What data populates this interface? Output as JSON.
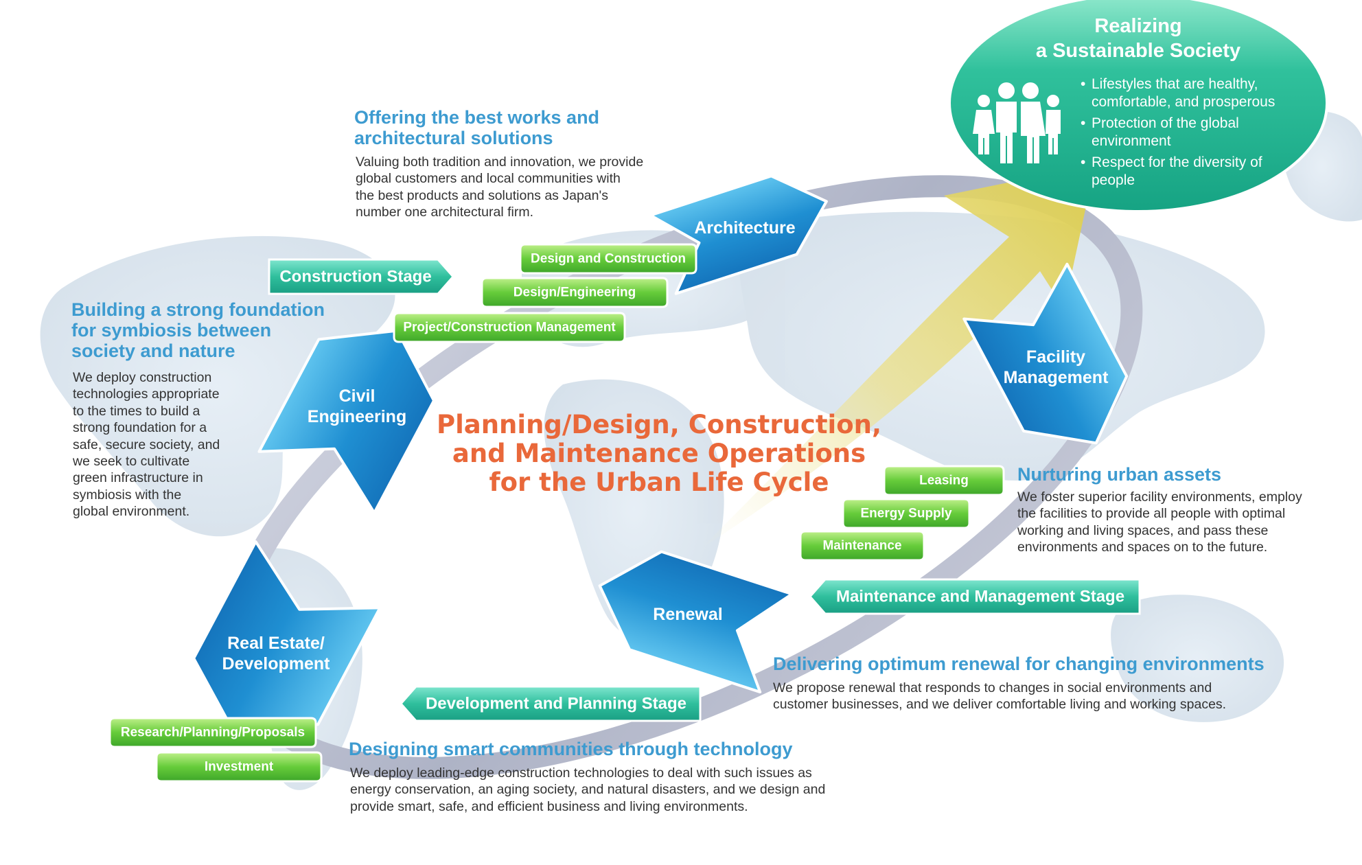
{
  "diagram": {
    "center_title": [
      "Planning/Design, Construction,",
      "and Maintenance Operations",
      "for the Urban Life Cycle"
    ],
    "goal": {
      "title": [
        "Realizing",
        "a Sustainable Society"
      ],
      "icon": "family-icon",
      "bullets": [
        "Lifestyles that are healthy, comfortable, and prosperous",
        "Protection of the global environment",
        "Respect for the diversity of people"
      ]
    },
    "cycle_arrows": {
      "architecture": [
        "Architecture"
      ],
      "facility_management": [
        "Facility",
        "Management"
      ],
      "renewal": [
        "Renewal"
      ],
      "real_estate": [
        "Real Estate/",
        "Development"
      ],
      "civil_engineering": [
        "Civil",
        "Engineering"
      ]
    },
    "stages": {
      "construction": "Construction Stage",
      "maintenance": "Maintenance and Management Stage",
      "development": "Development and Planning Stage"
    },
    "activities": {
      "design_construction": "Design and Construction",
      "design_engineering": "Design/Engineering",
      "project_management": "Project/Construction Management",
      "leasing": "Leasing",
      "energy_supply": "Energy Supply",
      "maintenance": "Maintenance",
      "research": "Research/Planning/Proposals",
      "investment": "Investment"
    },
    "sections": {
      "architecture": {
        "heading": [
          "Offering the best works and",
          "architectural solutions"
        ],
        "body": [
          "Valuing both tradition and innovation, we provide",
          "global customers and local communities with",
          "the best products and solutions as Japan's",
          "number one architectural firm."
        ]
      },
      "civil": {
        "heading": [
          "Building a strong foundation",
          "for symbiosis between",
          "society and nature"
        ],
        "body": [
          "We deploy construction",
          "technologies appropriate",
          "to the times to build a",
          "strong foundation for a",
          "safe, secure society, and",
          "we seek to cultivate",
          "green infrastructure in",
          "symbiosis with the",
          "global environment."
        ]
      },
      "facility": {
        "heading": [
          "Nurturing urban assets"
        ],
        "body": [
          "We foster superior facility environments, employ",
          "the facilities to provide all people with optimal",
          "working and living spaces, and pass these",
          "environments and spaces on to the future."
        ]
      },
      "renewal": {
        "heading": [
          "Delivering optimum renewal for changing environments"
        ],
        "body": [
          "We propose renewal that responds to changes in social environments and",
          "customer businesses, and we deliver comfortable living and working spaces."
        ]
      },
      "smart": {
        "heading": [
          "Designing smart communities through technology"
        ],
        "body": [
          "We deploy leading-edge construction technologies to deal with such issues as",
          "energy conservation, an aging society, and natural disasters, and we design and",
          "provide smart, safe, and efficient business and living environments."
        ]
      }
    }
  }
}
